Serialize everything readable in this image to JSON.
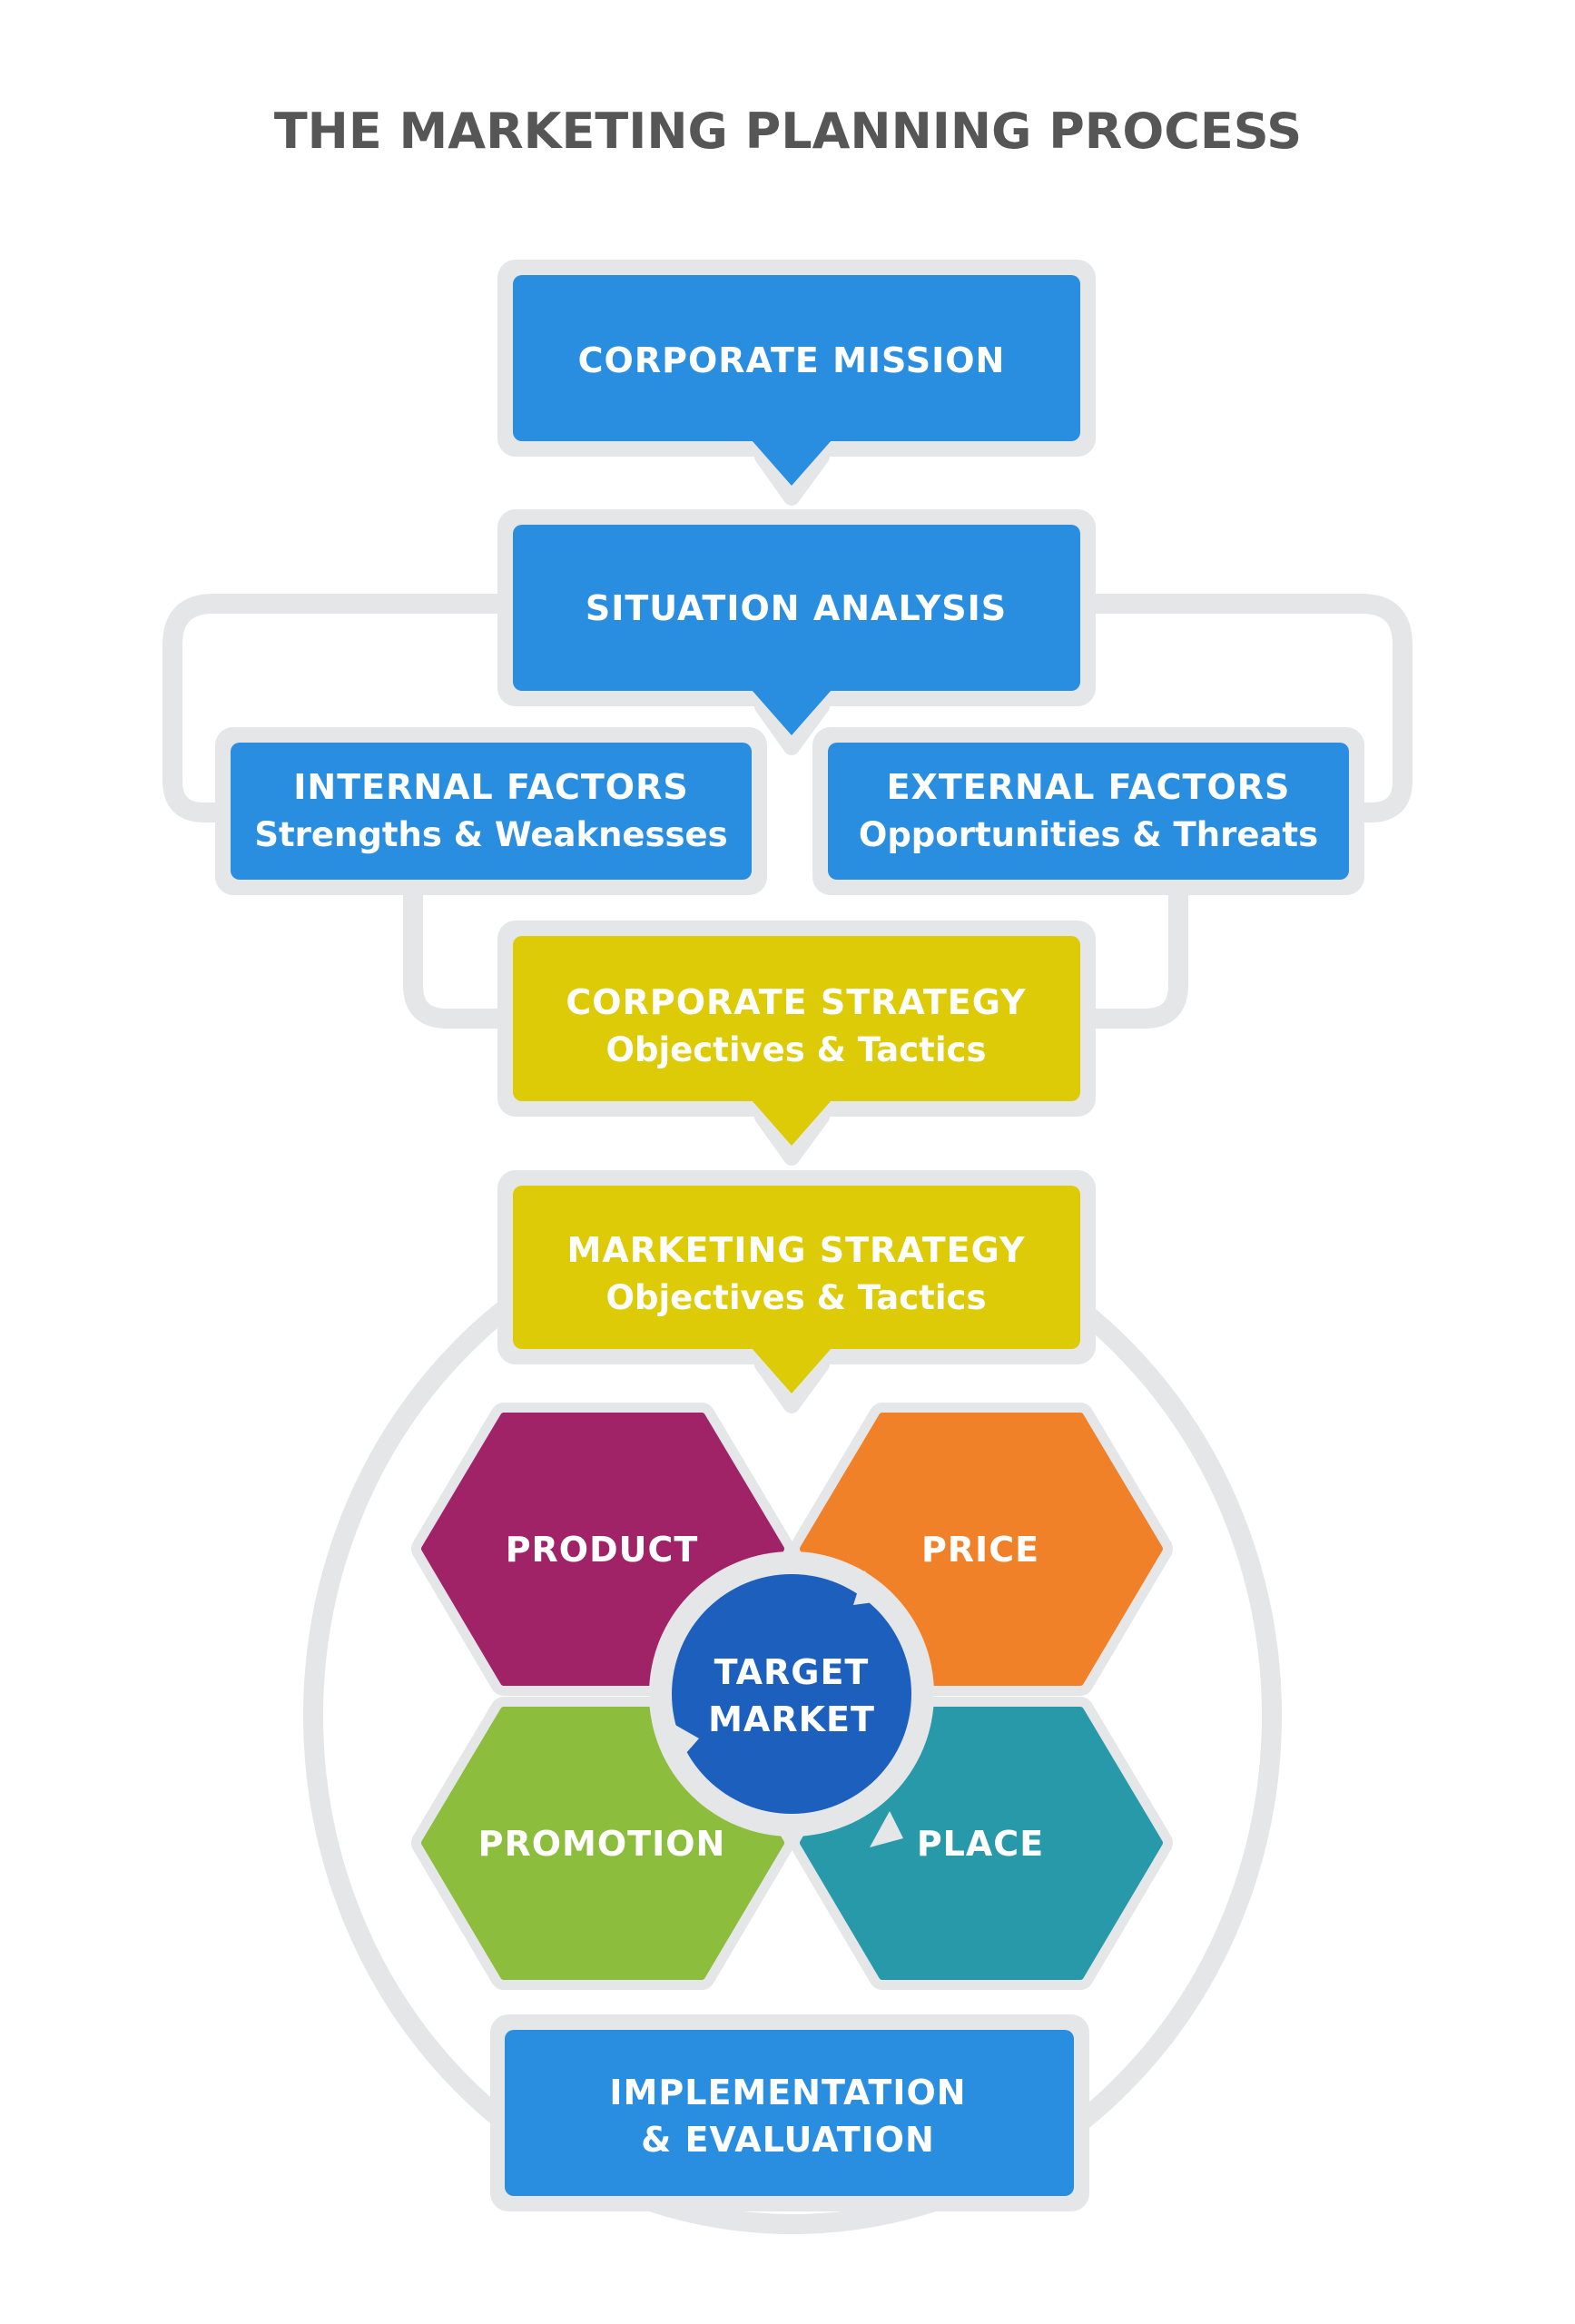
{
  "title": "THE MARKETING PLANNING PROCESS",
  "colors": {
    "blue": "#2a8ee0",
    "yellow": "#dccb06",
    "product": "#a02368",
    "price": "#f08129",
    "promotion": "#8dbd3c",
    "place": "#2899a8",
    "target": "#1d5fbd",
    "connector": "#e5e6e8",
    "title": "#565656"
  },
  "steps": {
    "corporate_mission": {
      "title": "CORPORATE MISSION"
    },
    "situation_analysis": {
      "title": "SITUATION ANALYSIS"
    },
    "internal_factors": {
      "title": "INTERNAL FACTORS",
      "subtitle": "Strengths & Weaknesses"
    },
    "external_factors": {
      "title": "EXTERNAL FACTORS",
      "subtitle": "Opportunities & Threats"
    },
    "corporate_strategy": {
      "title": "CORPORATE STRATEGY",
      "subtitle": "Objectives & Tactics"
    },
    "marketing_strategy": {
      "title": "MARKETING STRATEGY",
      "subtitle": "Objectives & Tactics"
    },
    "implementation": {
      "line1": "IMPLEMENTATION",
      "line2": "& EVALUATION"
    }
  },
  "marketing_mix": {
    "product": "PRODUCT",
    "price": "PRICE",
    "promotion": "PROMOTION",
    "place": "PLACE",
    "target_line1": "TARGET",
    "target_line2": "MARKET"
  }
}
